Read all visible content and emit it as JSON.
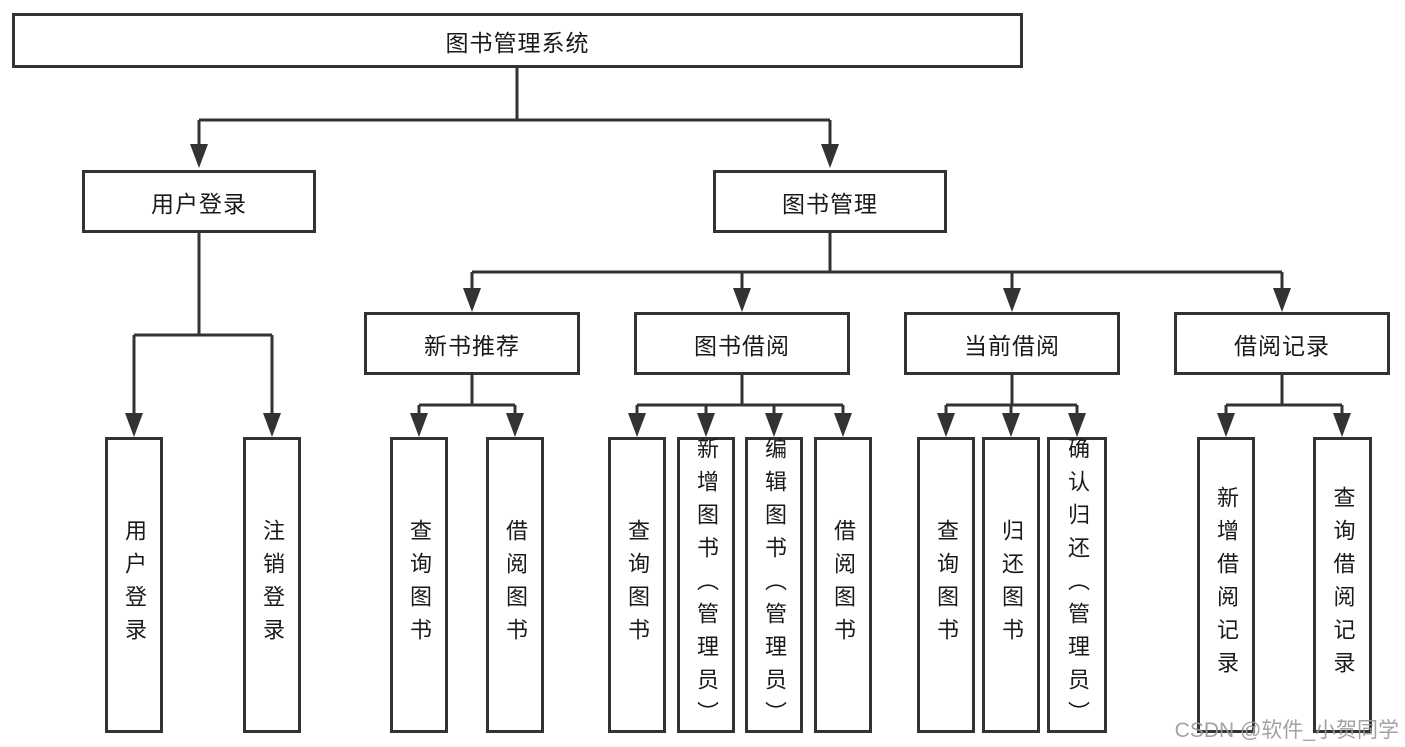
{
  "colors": {
    "line": "#333333",
    "text": "#1a1a1a",
    "box_bg": "#ffffff",
    "background": "#ffffff",
    "watermark": "#9b9b9b"
  },
  "watermark": {
    "text": "CSDN @软件_小贺同学"
  },
  "tree": {
    "label": "图书管理系统",
    "children": [
      {
        "label": "用户登录",
        "children": [
          {
            "label": "用户登录"
          },
          {
            "label": "注销登录"
          }
        ]
      },
      {
        "label": "图书管理",
        "children": [
          {
            "label": "新书推荐",
            "children": [
              {
                "label": "查询图书"
              },
              {
                "label": "借阅图书"
              }
            ]
          },
          {
            "label": "图书借阅",
            "children": [
              {
                "label": "查询图书"
              },
              {
                "label": "新增图书（管理员）"
              },
              {
                "label": "编辑图书（管理员）"
              },
              {
                "label": "借阅图书"
              }
            ]
          },
          {
            "label": "当前借阅",
            "children": [
              {
                "label": "查询图书"
              },
              {
                "label": "归还图书"
              },
              {
                "label": "确认归还（管理员）"
              }
            ]
          },
          {
            "label": "借阅记录",
            "children": [
              {
                "label": "新增借阅记录"
              },
              {
                "label": "查询借阅记录"
              }
            ]
          }
        ]
      }
    ]
  }
}
